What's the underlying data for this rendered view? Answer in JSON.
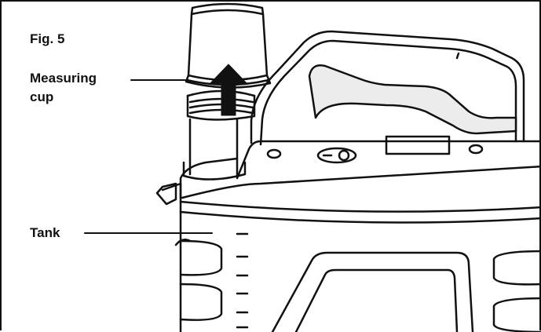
{
  "figure": {
    "number_label": "Fig. 5",
    "callouts": {
      "measuring_cup": {
        "line1": "Measuring",
        "line2": "cup"
      },
      "tank": "Tank"
    }
  },
  "colors": {
    "stroke": "#111111",
    "background": "#ffffff",
    "handle_shade": "#ececec"
  },
  "icons": [
    "up-arrow-icon"
  ]
}
